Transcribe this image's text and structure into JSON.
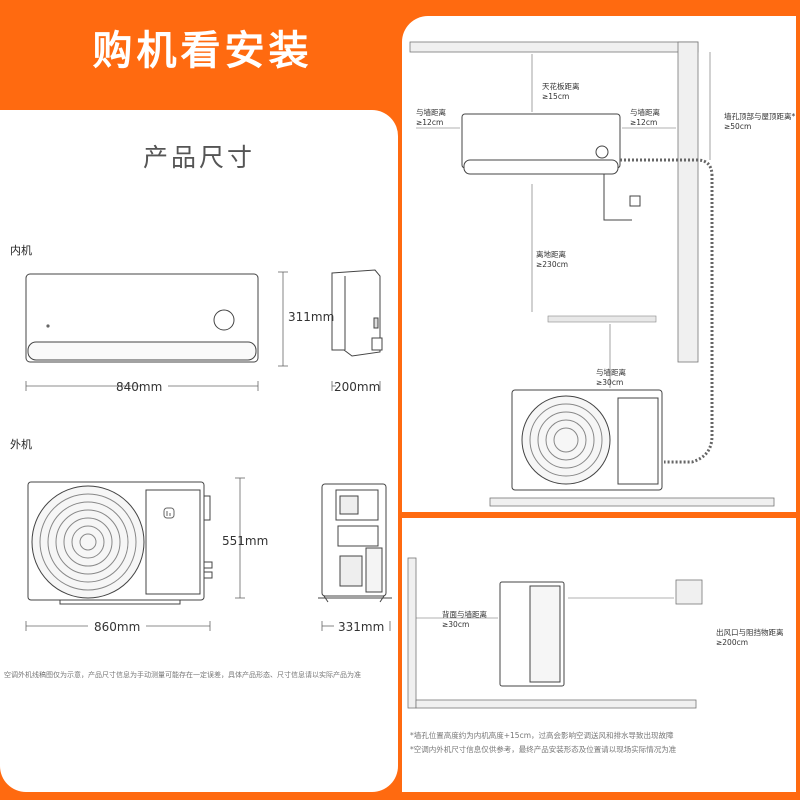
{
  "header": {
    "title": "购机看安装"
  },
  "product_size": {
    "title": "产品尺寸",
    "indoor": {
      "label": "内机",
      "height": "311mm",
      "width": "840mm",
      "depth": "200mm"
    },
    "outdoor": {
      "label": "外机",
      "height": "551mm",
      "width": "860mm",
      "depth": "331mm"
    },
    "disclaimer": "空调外机线稿图仅为示意，产品尺寸信息为手动测量可能存在一定误差，具体产品形态、尺寸信息请以实际产品为准"
  },
  "install_front": {
    "ceiling_gap": {
      "label": "天花板距离",
      "value": "≥15cm"
    },
    "left_wall_gap": {
      "label": "与墙距离",
      "value": "≥12cm"
    },
    "right_wall_gap": {
      "label": "与墙距离",
      "value": "≥12cm"
    },
    "hole_top_gap": {
      "label": "墙孔顶部与屋顶距离*",
      "value": "≥50cm"
    },
    "floor_gap": {
      "label": "离地距离",
      "value": "≥230cm"
    },
    "obstacle_gap": {
      "label": "与墙距离",
      "value": "≥30cm"
    }
  },
  "install_side": {
    "back_wall_gap": {
      "label": "背面与墙距离",
      "value": "≥30cm"
    },
    "outlet_gap": {
      "label": "出风口与阻挡物距离",
      "value": "≥200cm"
    },
    "notes": [
      "*墙孔位置高度约为内机高度+15cm，过高会影响空调送风和排水导致出现故障",
      "*空调内外机尺寸信息仅供参考，最终产品安装形态及位置请以现场实际情况为准"
    ]
  },
  "brand": {
    "logo_icon": "mi-logo-icon",
    "accent": "#ff6a10"
  }
}
